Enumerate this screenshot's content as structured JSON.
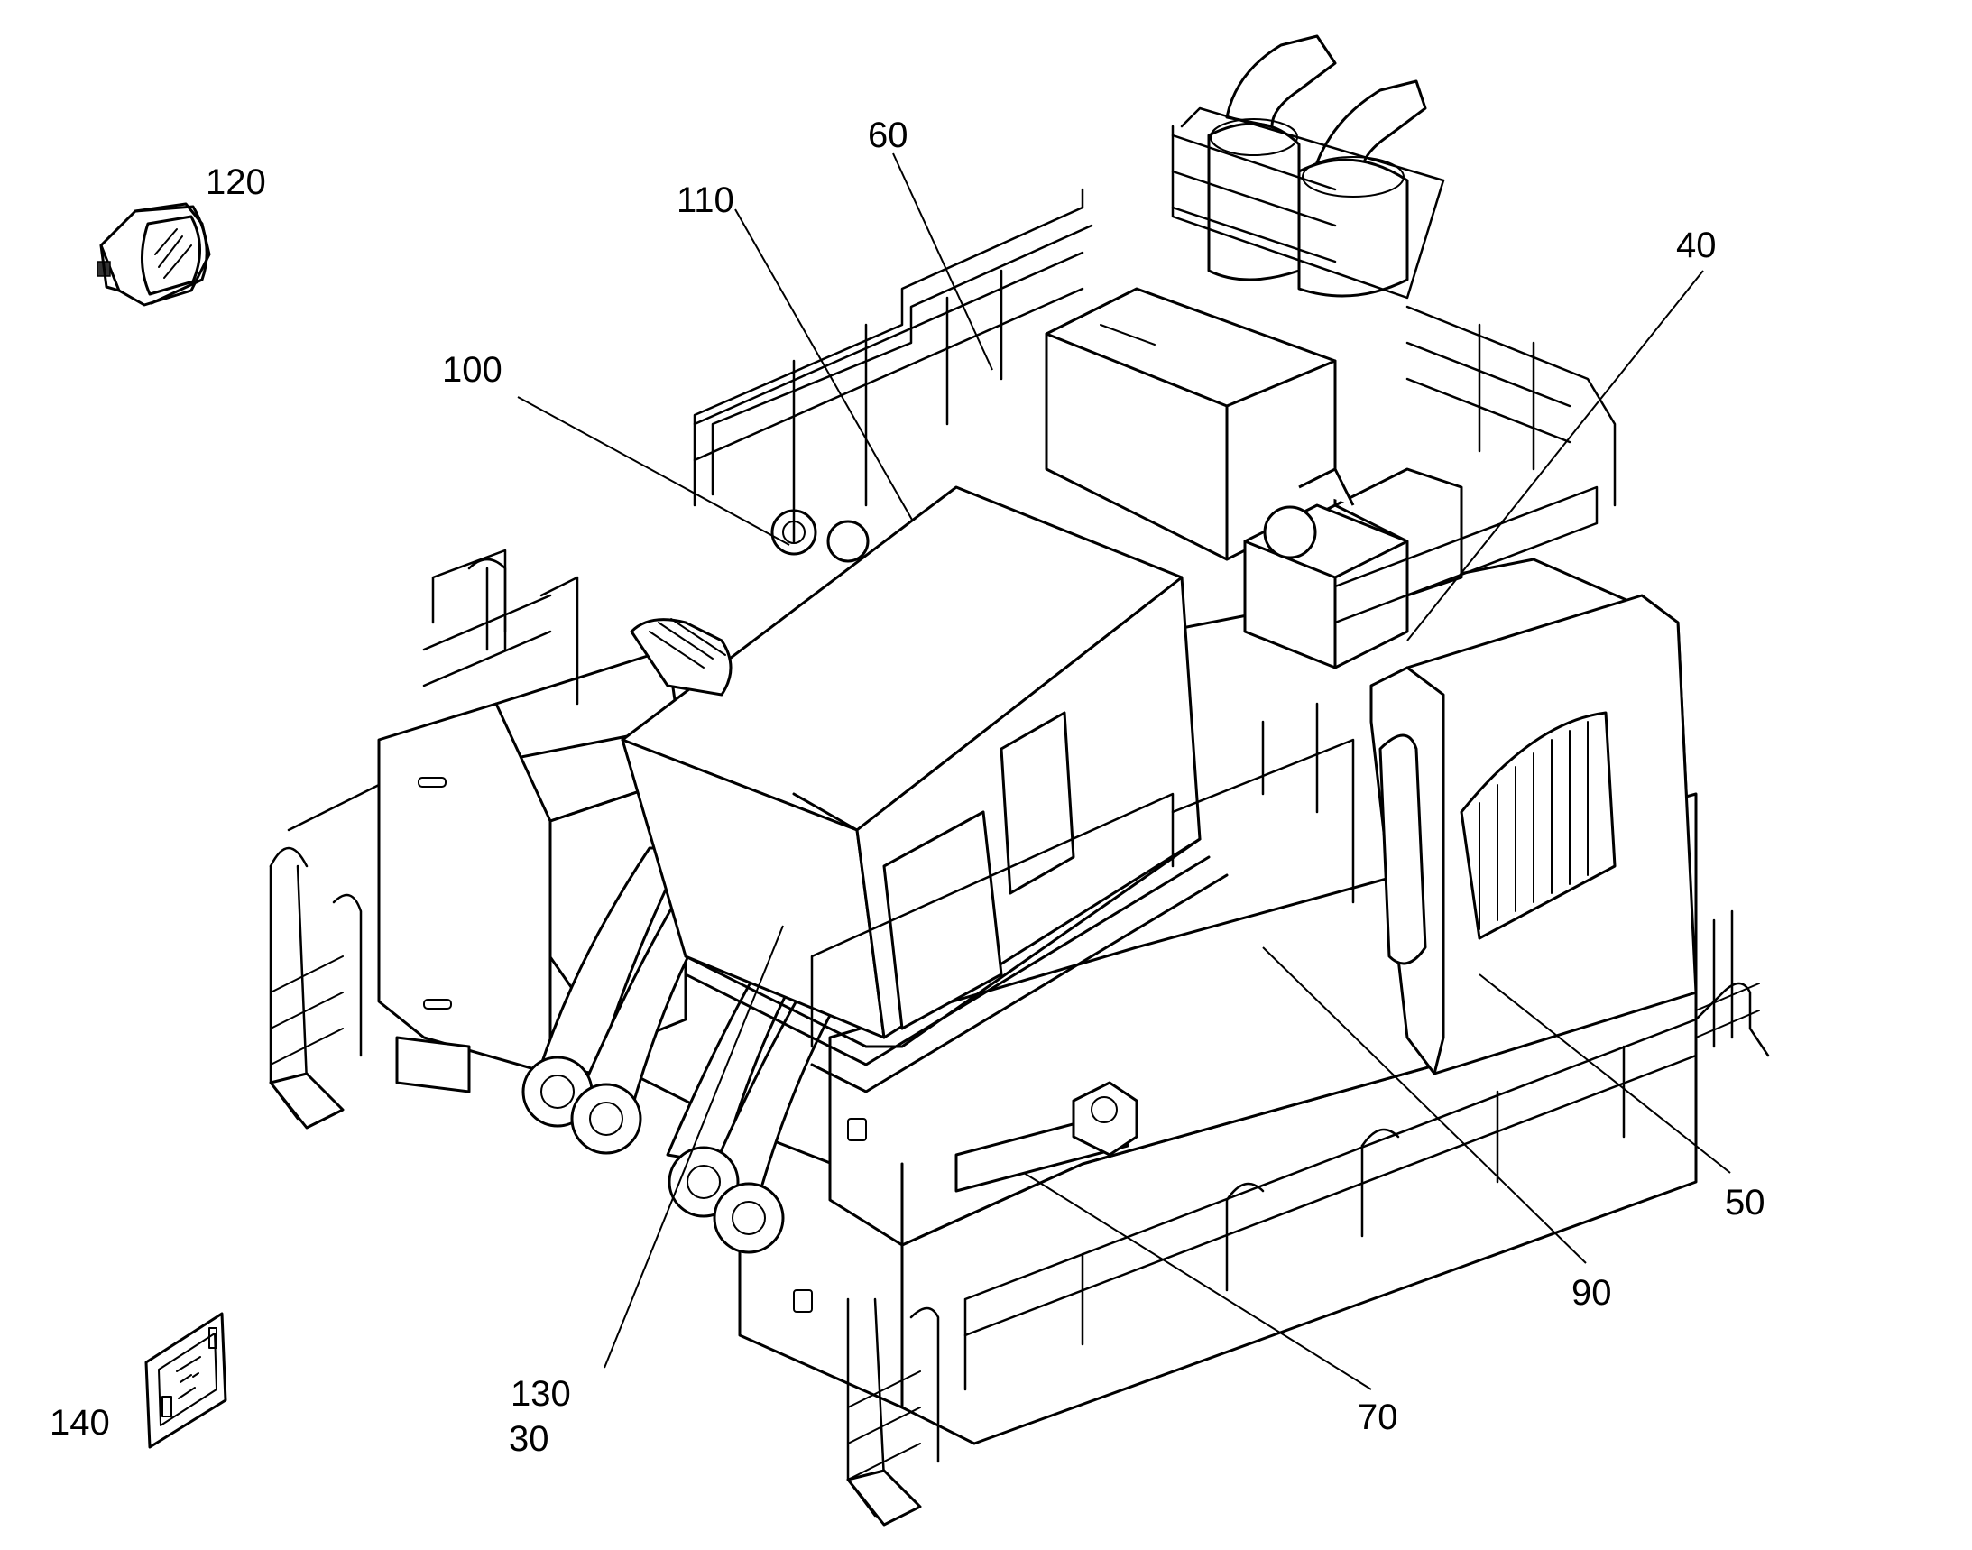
{
  "callouts": {
    "c120": "120",
    "c110": "110",
    "c60": "60",
    "c40": "40",
    "c100": "100",
    "c50": "50",
    "c90": "90",
    "c70": "70",
    "c130": "130",
    "c30": "30",
    "c140": "140"
  }
}
